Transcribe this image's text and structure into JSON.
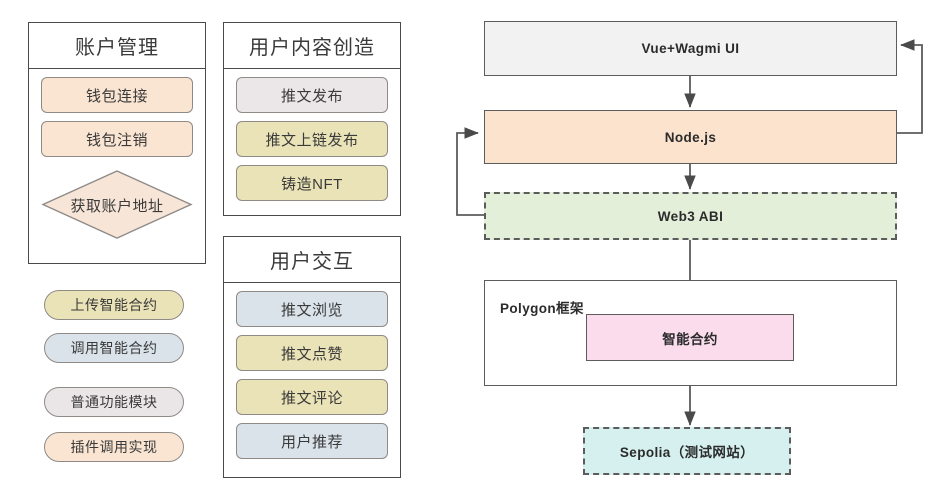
{
  "palette": {
    "peach": "#fae5d3",
    "peach_strong": "#fbe3cd",
    "yellow": "#eae3b7",
    "mauve": "#ebe7e9",
    "blue_gray": "#dae3ea",
    "gray": "#f2f2f2",
    "green": "#e3efd9",
    "pink": "#fadcec",
    "cyan": "#d6f0ef",
    "border": "#8f8a86",
    "border_dark": "#5c5c5c",
    "edge": "#5c5c5c"
  },
  "left": {
    "cards": [
      {
        "id": "account-management",
        "title": "账户管理",
        "items": [
          {
            "label": "钱包连接",
            "shape": "rect",
            "fill": "#fae5d3"
          },
          {
            "label": "钱包注销",
            "shape": "rect",
            "fill": "#fae5d3"
          },
          {
            "label": "获取账户地址",
            "shape": "diamond",
            "fill": "#f7e6d8"
          }
        ]
      },
      {
        "id": "user-content-creation",
        "title": "用户内容创造",
        "items": [
          {
            "label": "推文发布",
            "shape": "rect",
            "fill": "#ebe7e9"
          },
          {
            "label": "推文上链发布",
            "shape": "rect",
            "fill": "#eae3b7"
          },
          {
            "label": "铸造NFT",
            "shape": "rect",
            "fill": "#eae3b7"
          }
        ]
      },
      {
        "id": "user-interaction",
        "title": "用户交互",
        "items": [
          {
            "label": "推文浏览",
            "shape": "rect",
            "fill": "#dae3ea"
          },
          {
            "label": "推文点赞",
            "shape": "rect",
            "fill": "#eae3b7"
          },
          {
            "label": "推文评论",
            "shape": "rect",
            "fill": "#eae3b7"
          },
          {
            "label": "用户推荐",
            "shape": "rect",
            "fill": "#dae3ea"
          }
        ]
      }
    ],
    "legend": [
      {
        "label": "上传智能合约",
        "fill": "#eae3b7"
      },
      {
        "label": "调用智能合约",
        "fill": "#dae3ea"
      },
      {
        "label": "普通功能模块",
        "fill": "#eae6e8"
      },
      {
        "label": "插件调用实现",
        "fill": "#fae5d3"
      }
    ]
  },
  "right": {
    "nodes": [
      {
        "id": "ui",
        "label": "Vue+Wagmi   UI",
        "fill": "#f2f2f2",
        "dashed": false
      },
      {
        "id": "nodejs",
        "label": "Node.js",
        "fill": "#fbe3cd",
        "dashed": false
      },
      {
        "id": "web3abi",
        "label": "Web3 ABI",
        "fill": "#e3efd9",
        "dashed": true
      },
      {
        "id": "smart-contract",
        "label": "智能合约",
        "fill": "#fadcec",
        "dashed": false
      },
      {
        "id": "sepolia",
        "label": "Sepolia（测试网站）",
        "fill": "#d6f0ef",
        "dashed": true
      }
    ],
    "container": {
      "id": "polygon-framework",
      "label": "Polygon框架"
    }
  }
}
